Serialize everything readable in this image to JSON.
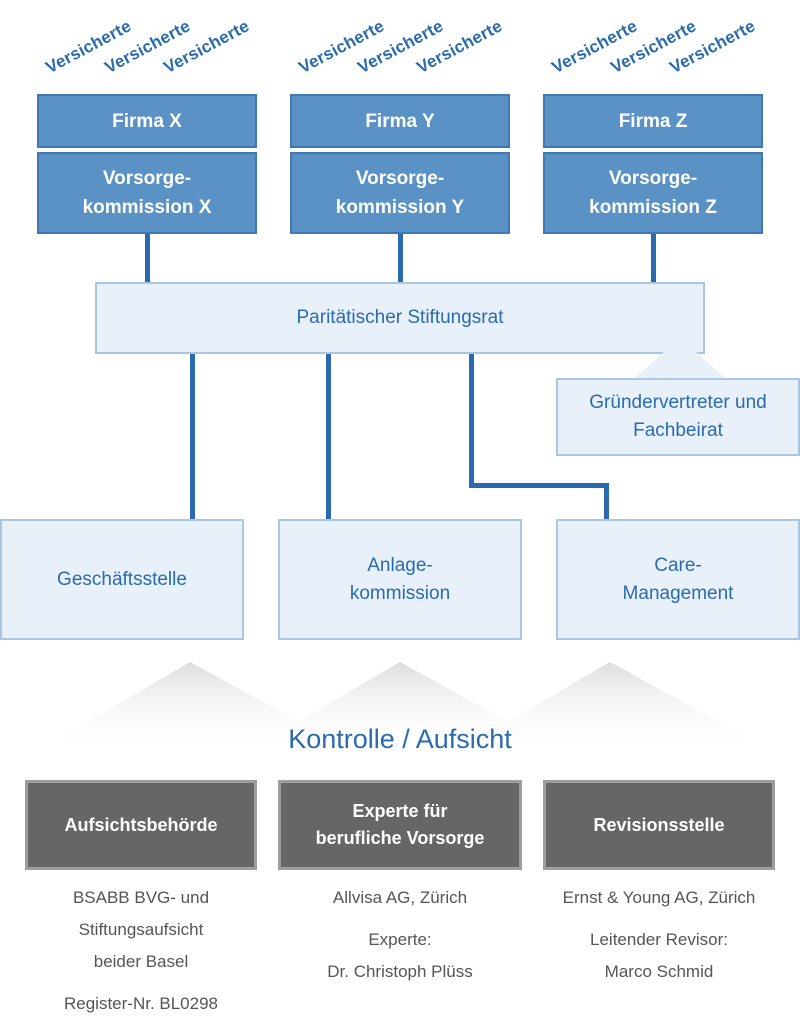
{
  "versicherte_label": "Versicherte",
  "firms": [
    {
      "firma": "Firma X",
      "kommission_1": "Vorsorge-",
      "kommission_2": "kommission X"
    },
    {
      "firma": "Firma Y",
      "kommission_1": "Vorsorge-",
      "kommission_2": "kommission Y"
    },
    {
      "firma": "Firma Z",
      "kommission_1": "Vorsorge-",
      "kommission_2": "kommission Z"
    }
  ],
  "stiftungsrat": "Paritätischer Stiftungsrat",
  "gruender": {
    "line1": "Gründervertreter und",
    "line2": "Fachbeirat"
  },
  "units": {
    "geschaeftsstelle": "Geschäftsstelle",
    "anlage_1": "Anlage-",
    "anlage_2": "kommission",
    "care_1": "Care-",
    "care_2": "Management"
  },
  "kontrolle_title": "Kontrolle / Aufsicht",
  "control": {
    "aufsicht": "Aufsichtsbehörde",
    "experte_1": "Experte für",
    "experte_2": "berufliche Vorsorge",
    "revision": "Revisionsstelle"
  },
  "info": {
    "aufsicht": [
      "BSABB BVG- und",
      "Stiftungsaufsicht",
      "beider Basel",
      "Register-Nr. BL0298"
    ],
    "experte": [
      "Allvisa AG, Zürich",
      "Experte:",
      "Dr. Christoph Plüss"
    ],
    "revision": [
      "Ernst & Young AG, Zürich",
      "Leitender Revisor:",
      "Marco Schmid"
    ]
  },
  "colors": {
    "primary_blue": "#2a6bb0",
    "box_blue": "#5b92c5",
    "light_box": "#e8f0f9",
    "gray_box": "#666666"
  }
}
